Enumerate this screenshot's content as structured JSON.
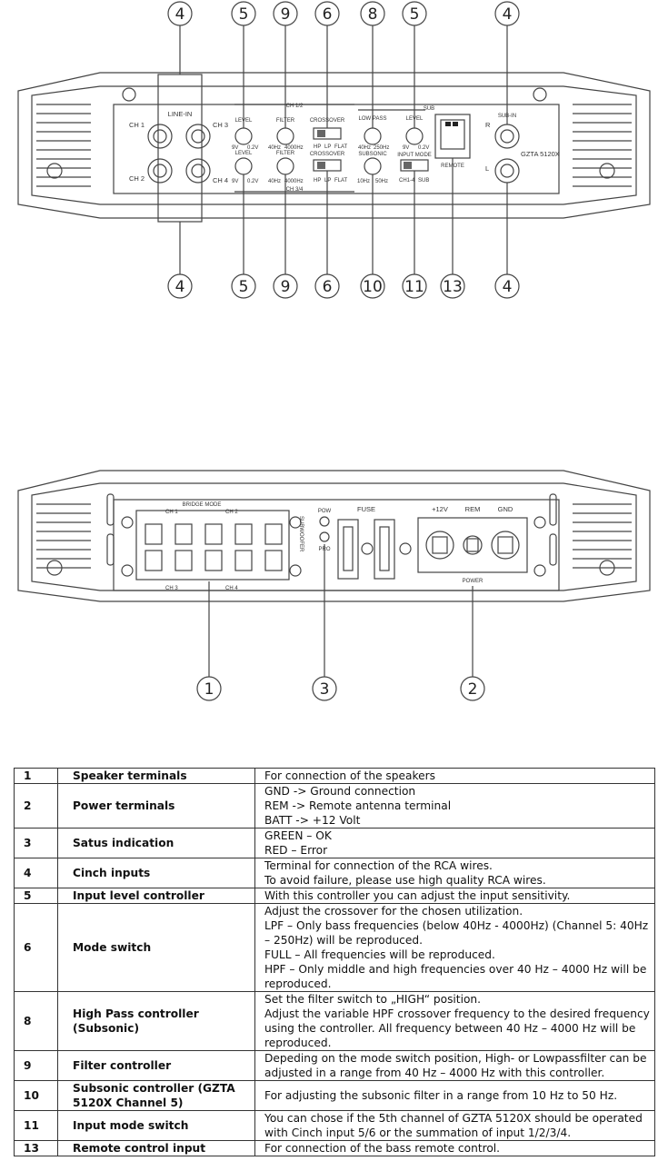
{
  "top_diagram": {
    "callouts_top": [
      "4",
      "5",
      "9",
      "6",
      "8",
      "5",
      "4"
    ],
    "callouts_bottom": [
      "4",
      "5",
      "9",
      "6",
      "10",
      "11",
      "13",
      "4"
    ],
    "labels": {
      "line_in": "LINE-IN",
      "ch1": "CH 1",
      "ch2": "CH 2",
      "ch3": "CH 3",
      "ch4": "CH 4",
      "ch12": "CH 1/2",
      "ch34": "CH 3/4",
      "sub": "SUB",
      "level": "LEVEL",
      "filter": "FILTER",
      "crossover": "CROSSOVER",
      "low_pass": "LOW PASS",
      "subsonic": "SUBSONIC",
      "input_mode": "INPUT MODE",
      "sub_in": "SUB-IN",
      "model": "GZTA 5120X",
      "remote": "REMOTE",
      "r": "R",
      "l": "L",
      "v9": "9V",
      "v02": "0.2V",
      "hz40": "40Hz",
      "hz4000": "4000Hz",
      "hz250": "250Hz",
      "hz10": "10Hz",
      "hz50": "50Hz",
      "hp": "HP",
      "lp": "LP",
      "flat": "FLAT",
      "ch14": "CH1-4",
      "subm": "SUB"
    }
  },
  "bottom_diagram": {
    "callouts": [
      "1",
      "3",
      "2"
    ],
    "labels": {
      "bridge_mode": "BRIDGE MODE",
      "ch1": "CH 1",
      "ch2": "CH 2",
      "ch3": "CH 3",
      "ch4": "CH 4",
      "subwoofer": "SUBWOOFER",
      "pow": "POW",
      "pro": "PRO",
      "fuse": "FUSE",
      "v12": "+12V",
      "rem": "REM",
      "gnd": "GND",
      "power": "POWER"
    }
  },
  "table": [
    {
      "num": "1",
      "title": "Speaker terminals",
      "desc": [
        "For connection of the speakers"
      ]
    },
    {
      "num": "2",
      "title": "Power terminals",
      "desc": [
        "GND -> Ground connection",
        "REM -> Remote antenna terminal",
        "BATT -> +12 Volt"
      ]
    },
    {
      "num": "3",
      "title": "Satus indication",
      "desc": [
        "GREEN – OK",
        "RED – Error"
      ]
    },
    {
      "num": "4",
      "title": "Cinch inputs",
      "desc": [
        "Terminal for connection of the RCA wires.",
        "To avoid failure, please use high quality RCA wires."
      ]
    },
    {
      "num": "5",
      "title": "Input level controller",
      "desc": [
        "With this controller you can adjust the input sensitivity."
      ]
    },
    {
      "num": "6",
      "title": "Mode switch",
      "desc": [
        "Adjust the crossover for the chosen utilization.",
        "LPF – Only bass frequencies (below 40Hz - 4000Hz) (Channel 5: 40Hz",
        "– 250Hz) will be reproduced.",
        "FULL – All frequencies will be reproduced.",
        "HPF – Only middle and high frequencies over 40 Hz – 4000 Hz will be",
        "reproduced."
      ]
    },
    {
      "num": "8",
      "title": "High Pass controller (Subsonic)",
      "desc": [
        "Set the filter switch to „HIGH“ position.",
        "Adjust the variable HPF crossover frequency to the desired frequency",
        "using the controller. All frequency between 40 Hz – 4000 Hz will be",
        "reproduced."
      ]
    },
    {
      "num": "9",
      "title": "Filter controller",
      "desc": [
        "Depeding on the mode switch position, High- or Lowpassfilter can be",
        "adjusted in a range from 40 Hz – 4000 Hz with this controller."
      ]
    },
    {
      "num": "10",
      "title": "Subsonic controller (GZTA 5120X Channel 5)",
      "desc": [
        "For adjusting the subsonic filter in a range from 10 Hz to 50 Hz."
      ]
    },
    {
      "num": "11",
      "title": "Input mode switch",
      "desc": [
        "You can chose if the 5th channel of GZTA 5120X should be operated",
        "with Cinch input 5/6 or the summation of input 1/2/3/4."
      ]
    },
    {
      "num": "13",
      "title": "Remote control input",
      "desc": [
        "For connection of the bass remote control."
      ]
    }
  ]
}
